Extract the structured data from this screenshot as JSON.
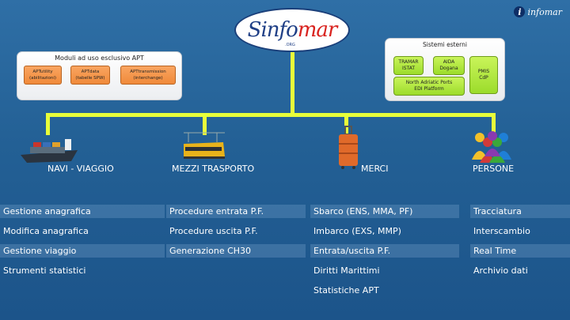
{
  "logo": {
    "wordmark_start": "S",
    "wordmark_mid": "info",
    "wordmark_accent": "mar",
    "wordmark_sub": ".ORG"
  },
  "corner_logo": {
    "letter": "i",
    "text": "infomar"
  },
  "left_panel": {
    "title": "Moduli ad uso esclusivo APT",
    "modules": [
      {
        "line1": "APTutility",
        "line2": "(abilitazioni)"
      },
      {
        "line1": "APTdata",
        "line2": "(tabelle SPW)"
      },
      {
        "line1": "APTtransmission",
        "line2": "(interchange)"
      }
    ]
  },
  "right_panel": {
    "title": "Sistemi esterni",
    "systems": [
      {
        "line1": "TRAMAR",
        "line2": "ISTAT"
      },
      {
        "line1": "AIDA",
        "line2": "Dogana"
      },
      {
        "line1": "North Adriatic Ports",
        "line2": "EDI Platform"
      },
      {
        "line1": "PMIS",
        "line2": "CdP"
      }
    ]
  },
  "categories": [
    {
      "label": "NAVI - VIAGGIO",
      "icon": "ship-icon",
      "items": [
        "Gestione anagrafica",
        "Modifica anagrafica",
        "Gestione viaggio",
        "Strumenti statistici"
      ]
    },
    {
      "label": "MEZZI TRASPORTO",
      "icon": "train-icon",
      "items": [
        "Procedure entrata P.F.",
        "Procedure uscita P.F.",
        "Generazione CH30"
      ]
    },
    {
      "label": "MERCI",
      "icon": "luggage-icon",
      "items": [
        "Sbarco (ENS, MMA, PF)",
        "Imbarco (EXS, MMP)",
        "Entrata/uscita P.F.",
        "Diritti Marittimi",
        "Statistiche APT"
      ]
    },
    {
      "label": "PERSONE",
      "icon": "people-icon",
      "items": [
        "Tracciatura",
        "Interscambio",
        "Real Time",
        "Archivio dati"
      ]
    }
  ],
  "colors": {
    "background": "#236095",
    "connector": "#e8ff3a",
    "module_orange": "#f08a3a",
    "system_green": "#9cdc2b"
  }
}
